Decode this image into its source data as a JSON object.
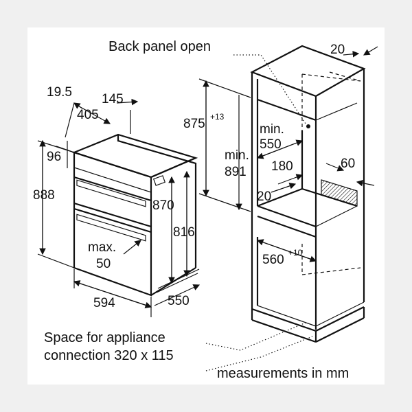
{
  "labels": {
    "back_panel": "Back panel open",
    "dim_20_top": "20",
    "dim_19_5": "19.5",
    "dim_145": "145",
    "dim_405": "405",
    "dim_875": "875",
    "dim_875_sup": "+13",
    "min_891_a": "min.",
    "min_891_b": "891",
    "min_550_a": "min.",
    "min_550_b": "550",
    "dim_180": "180",
    "dim_60": "60",
    "dim_96": "96",
    "dim_888": "888",
    "dim_870": "870",
    "dim_816": "816",
    "dim_20_mid": "20",
    "max_50_a": "max.",
    "max_50_b": "50",
    "dim_560": "560",
    "dim_560_sup": "+10",
    "dim_594": "594",
    "dim_550": "550",
    "space_line1": "Space for appliance",
    "space_line2": "connection 320 x 115",
    "units": "measurements in mm"
  }
}
